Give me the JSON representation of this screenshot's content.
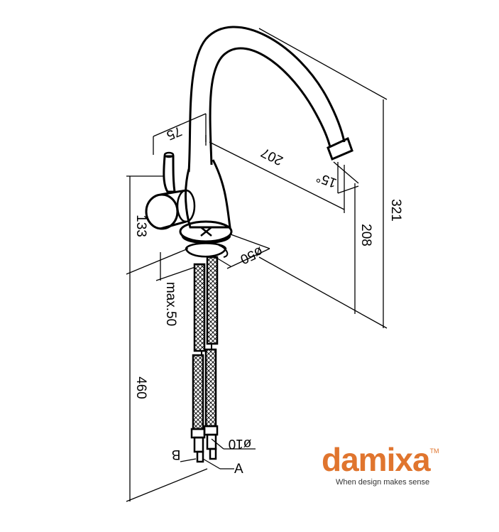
{
  "dimensions": {
    "spout_reach": "207",
    "handle_offset": "75",
    "spout_angle": "15°",
    "total_height": "321",
    "spout_height": "208",
    "body_height": "133",
    "base_diameter": "ø50",
    "max_thickness": "max.50",
    "hose_length": "460",
    "hose_diameter": "ø10",
    "connector_a": "A",
    "connector_b": "B"
  },
  "brand": {
    "name": "damixa",
    "trademark": "TM",
    "tagline": "When design makes sense",
    "color": "#e0752e"
  }
}
